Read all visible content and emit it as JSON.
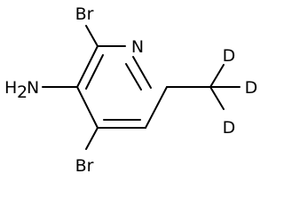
{
  "molecule": {
    "atoms": {
      "n1": "N",
      "br_top": "Br",
      "h2n_h": "H",
      "h2n_n": "N",
      "br_bottom": "Br",
      "d1": "D",
      "d2": "D",
      "d3": "D"
    }
  }
}
